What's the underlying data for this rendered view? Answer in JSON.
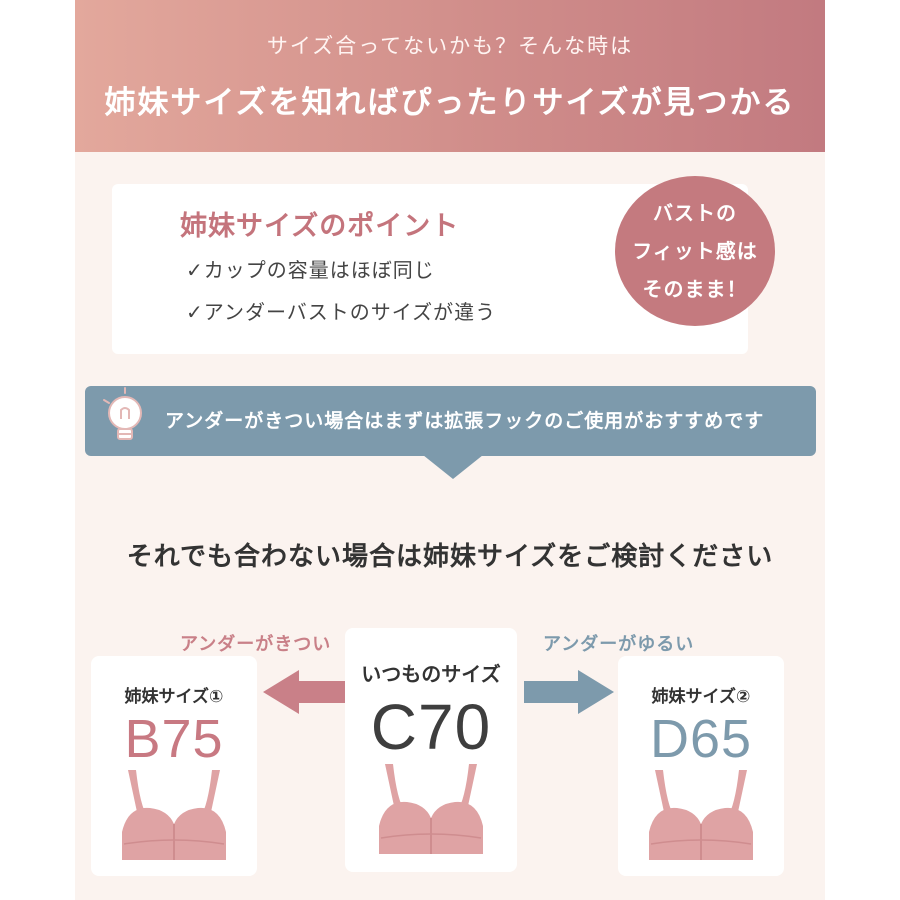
{
  "header": {
    "subtitle": "サイズ合ってないかも？そんな時は",
    "title": "姉妹サイズを知ればぴったりサイズが見つかる"
  },
  "points": {
    "title": "姉妹サイズのポイント",
    "items": [
      "✓カップの容量はほぼ同じ",
      "✓アンダーバストのサイズが違う"
    ]
  },
  "badge": {
    "lines": [
      "バストの",
      "フィット感は",
      "そのまま！"
    ]
  },
  "tip": {
    "text": "アンダーがきつい場合はまずは拡張フックのご使用がおすすめです"
  },
  "lead": "それでも合わない場合は姉妹サイズをご検討ください",
  "arrows": {
    "left_label": "アンダーがきつい",
    "right_label": "アンダーがゆるい"
  },
  "sizes": {
    "left": {
      "label": "姉妹サイズ①",
      "size": "B75"
    },
    "center": {
      "label": "いつものサイズ",
      "size": "C70"
    },
    "right": {
      "label": "姉妹サイズ②",
      "size": "D65"
    }
  },
  "colors": {
    "rose": "#c47a7f",
    "blue_gray": "#7d9aac",
    "bra_pink": "#dfa3a4",
    "background": "#fbf3ef"
  },
  "icons": [
    "lightbulb-icon",
    "arrow-left-icon",
    "arrow-right-icon",
    "bra-illustration"
  ]
}
